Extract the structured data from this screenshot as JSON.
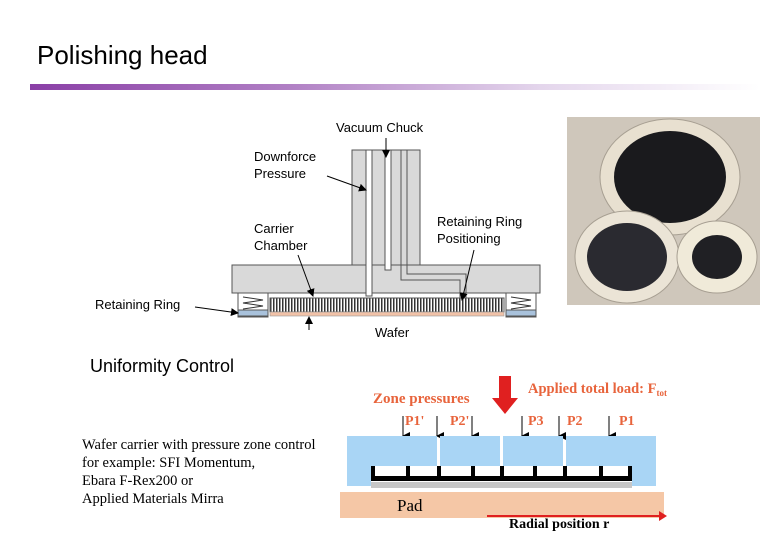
{
  "header": {
    "title": "Polishing head"
  },
  "diagram": {
    "labels": {
      "vacuum_chuck": "Vacuum Chuck",
      "downforce": [
        "Downforce",
        "Pressure"
      ],
      "carrier": [
        "Carrier",
        "Chamber"
      ],
      "retaining_positioning": [
        "Retaining Ring",
        "Positioning"
      ],
      "retaining_ring": "Retaining Ring",
      "wafer": "Wafer"
    }
  },
  "uniformity": {
    "title": "Uniformity Control",
    "description": [
      "Wafer carrier with pressure zone control",
      "for example: SFI Momentum,",
      "Ebara F-Rex200 or",
      "Applied Materials Mirra"
    ]
  },
  "zone_diagram": {
    "zone_pressures": "Zone pressures",
    "applied_load": "Applied total load: F",
    "applied_load_sub": "total",
    "pressures": [
      "P1'",
      "P2'",
      "P3",
      "P2",
      "P1"
    ],
    "pad": "Pad",
    "radial": "Radial position r",
    "colors": {
      "zone": "#a9d5f5",
      "pad": "#f5c7a6",
      "arrow": "#e02020",
      "label": "#e8643c"
    }
  }
}
